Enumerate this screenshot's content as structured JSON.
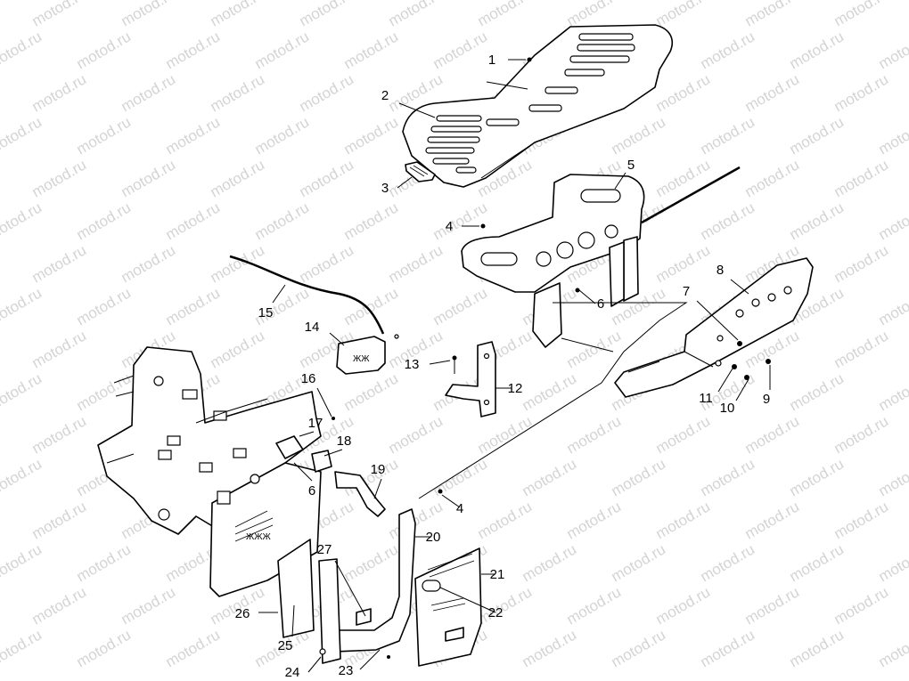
{
  "watermark": {
    "text": "motod.ru"
  },
  "diagram": {
    "callouts": [
      {
        "id": "c1",
        "text": "1"
      },
      {
        "id": "c2",
        "text": "2"
      },
      {
        "id": "c3",
        "text": "3"
      },
      {
        "id": "c4a",
        "text": "4"
      },
      {
        "id": "c4b",
        "text": "4"
      },
      {
        "id": "c5",
        "text": "5"
      },
      {
        "id": "c6a",
        "text": "6"
      },
      {
        "id": "c6b",
        "text": "6"
      },
      {
        "id": "c7",
        "text": "7"
      },
      {
        "id": "c8",
        "text": "8"
      },
      {
        "id": "c9",
        "text": "9"
      },
      {
        "id": "c10",
        "text": "10"
      },
      {
        "id": "c11",
        "text": "11"
      },
      {
        "id": "c12",
        "text": "12"
      },
      {
        "id": "c13",
        "text": "13"
      },
      {
        "id": "c14",
        "text": "14"
      },
      {
        "id": "c15",
        "text": "15"
      },
      {
        "id": "c16",
        "text": "16"
      },
      {
        "id": "c17",
        "text": "17"
      },
      {
        "id": "c18",
        "text": "18"
      },
      {
        "id": "c19",
        "text": "19"
      },
      {
        "id": "c20",
        "text": "20"
      },
      {
        "id": "c21",
        "text": "21"
      },
      {
        "id": "c22",
        "text": "22"
      },
      {
        "id": "c23",
        "text": "23"
      },
      {
        "id": "c24",
        "text": "24"
      },
      {
        "id": "c25",
        "text": "25"
      },
      {
        "id": "c26",
        "text": "26"
      },
      {
        "id": "c27",
        "text": "27"
      }
    ]
  }
}
